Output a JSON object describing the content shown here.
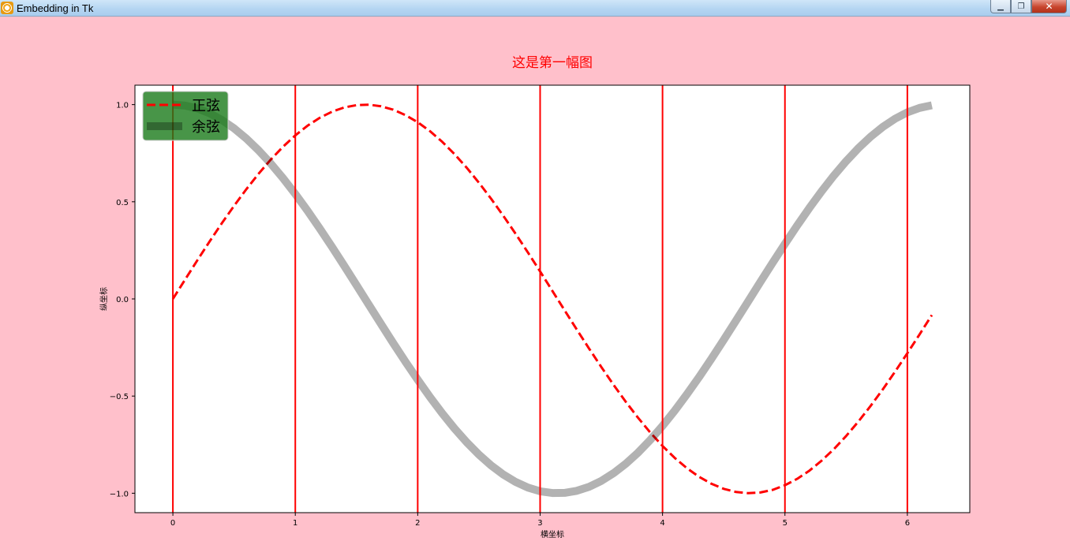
{
  "window": {
    "title": "Embedding in Tk",
    "min_glyph": "▁",
    "max_glyph": "❐",
    "close_glyph": "✕"
  },
  "chart_data": {
    "type": "line",
    "title": "这是第一幅图",
    "xlabel": "横坐标",
    "ylabel": "纵坐标",
    "xlim": [
      -0.31,
      6.51
    ],
    "ylim": [
      -1.1,
      1.1
    ],
    "xticks": [
      0,
      1,
      2,
      3,
      4,
      5,
      6
    ],
    "yticks": [
      -1.0,
      -0.5,
      0.0,
      0.5,
      1.0
    ],
    "xtick_labels": [
      "0",
      "1",
      "2",
      "3",
      "4",
      "5",
      "6"
    ],
    "ytick_labels": [
      "−1.0",
      "−0.5",
      "0.0",
      "0.5",
      "1.0"
    ],
    "vlines": [
      0,
      1,
      2,
      3,
      4,
      5,
      6
    ],
    "x": [
      0.0,
      0.1,
      0.2,
      0.3,
      0.4,
      0.5,
      0.6,
      0.7,
      0.8,
      0.9,
      1.0,
      1.1,
      1.2,
      1.3,
      1.4,
      1.5,
      1.6,
      1.7,
      1.8,
      1.9,
      2.0,
      2.1,
      2.2,
      2.3,
      2.4,
      2.5,
      2.6,
      2.7,
      2.8,
      2.9,
      3.0,
      3.1,
      3.2,
      3.3,
      3.4,
      3.5,
      3.6,
      3.7,
      3.8,
      3.9,
      4.0,
      4.1,
      4.2,
      4.3,
      4.4,
      4.5,
      4.6,
      4.7,
      4.8,
      4.9,
      5.0,
      5.1,
      5.2,
      5.3,
      5.4,
      5.5,
      5.6,
      5.7,
      5.8,
      5.9,
      6.0,
      6.1,
      6.2
    ],
    "series": [
      {
        "name": "正弦",
        "color": "#ff0000",
        "style": "dashed",
        "values": [
          0.0,
          0.0998,
          0.1987,
          0.2955,
          0.3894,
          0.4794,
          0.5646,
          0.6442,
          0.7174,
          0.7833,
          0.8415,
          0.8912,
          0.932,
          0.9636,
          0.9854,
          0.9975,
          0.9996,
          0.9917,
          0.9738,
          0.9463,
          0.9093,
          0.8632,
          0.8085,
          0.7457,
          0.6755,
          0.5985,
          0.5155,
          0.4274,
          0.335,
          0.2392,
          0.1411,
          0.0416,
          -0.0584,
          -0.1577,
          -0.2555,
          -0.3508,
          -0.4425,
          -0.5298,
          -0.6119,
          -0.6878,
          -0.7568,
          -0.8183,
          -0.8716,
          -0.9162,
          -0.9516,
          -0.9775,
          -0.9937,
          -0.9999,
          -0.9962,
          -0.9825,
          -0.9589,
          -0.9258,
          -0.8835,
          -0.8323,
          -0.7728,
          -0.7055,
          -0.6313,
          -0.5507,
          -0.4646,
          -0.3739,
          -0.2794,
          -0.1822,
          -0.0831
        ]
      },
      {
        "name": "余弦",
        "color": "#000000",
        "style": "solid",
        "opacity": 0.3,
        "values": [
          1.0,
          0.995,
          0.9801,
          0.9553,
          0.9211,
          0.8776,
          0.8253,
          0.7648,
          0.6967,
          0.6216,
          0.5403,
          0.4536,
          0.3624,
          0.2675,
          0.17,
          0.0707,
          -0.0292,
          -0.1288,
          -0.2272,
          -0.3233,
          -0.4161,
          -0.5048,
          -0.5885,
          -0.6663,
          -0.7374,
          -0.8011,
          -0.8569,
          -0.904,
          -0.9422,
          -0.971,
          -0.99,
          -0.9991,
          -0.9983,
          -0.9875,
          -0.9668,
          -0.9365,
          -0.8968,
          -0.8481,
          -0.791,
          -0.7259,
          -0.6536,
          -0.5748,
          -0.4903,
          -0.4008,
          -0.3073,
          -0.2108,
          -0.1122,
          -0.0124,
          0.0875,
          0.1865,
          0.2837,
          0.378,
          0.4685,
          0.5544,
          0.6347,
          0.7087,
          0.7756,
          0.8347,
          0.8855,
          0.9275,
          0.9602,
          0.9833,
          0.9965
        ]
      }
    ],
    "grid": false,
    "legend_position": "upper-left",
    "legend_facecolor": "#1a7a1a",
    "axes_facecolor": "#ffffff",
    "figure_facecolor": "#ffc0cb",
    "title_color": "#ff0000"
  }
}
